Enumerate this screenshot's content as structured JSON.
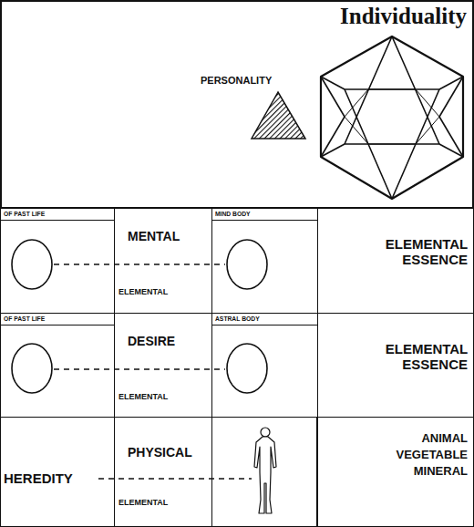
{
  "diagram": {
    "nodes": [
      {
        "text": [
          "Individuality",
          "PERSONALITY"
        ]
      },
      {
        "text": [
          "OF PAST LIFE"
        ]
      },
      {
        "text": [
          "MENTAL",
          "ELEMENTAL"
        ]
      },
      {
        "text": [
          "MIND BODY"
        ]
      },
      {
        "text": [
          "ELEMENTAL ESSENCE"
        ]
      },
      {
        "text": [
          "OF PAST LIFE"
        ]
      },
      {
        "text": [
          "DESIRE",
          "ELEMENTAL"
        ]
      },
      {
        "text": [
          "ASTRAL BODY"
        ]
      },
      {
        "text": [
          "ELEMENTAL ESSENCE"
        ]
      },
      {
        "text": [
          "HEREDITY"
        ]
      },
      {
        "text": [
          "PHYSICAL",
          "ELEMENTAL"
        ]
      },
      {
        "text": [
          "ANIMAL VEGETABLE MINERAL"
        ]
      }
    ],
    "edges": [
      {
        "from": 1,
        "to": 3,
        "arrow": "none"
      },
      {
        "from": 5,
        "to": 7,
        "arrow": "none"
      }
    ]
  }
}
